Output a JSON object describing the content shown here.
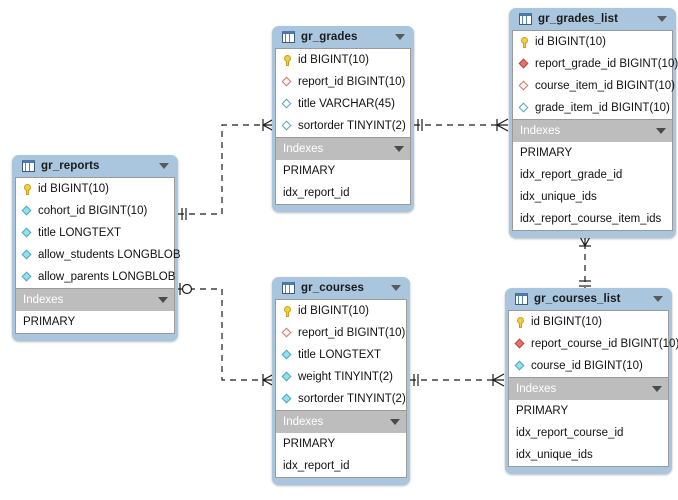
{
  "diagram": {
    "title": "gr_reports ER diagram",
    "background_color": "#ffffff",
    "entity_header_color": "#a9c6de",
    "index_header_color": "#bdbdbd",
    "icons": {
      "table": "table-icon",
      "collapse": "chevron-down-icon",
      "primary_key": "key-icon",
      "column": "diamond-icon"
    }
  },
  "entities": [
    {
      "id": "gr_grades",
      "name": "gr_grades",
      "columns": [
        {
          "icon": "key",
          "text": "id BIGINT(10)"
        },
        {
          "icon": "dia-red-hollow",
          "text": "report_id BIGINT(10)"
        },
        {
          "icon": "dia-hollow",
          "text": "title VARCHAR(45)"
        },
        {
          "icon": "dia-hollow",
          "text": "sortorder TINYINT(2)"
        }
      ],
      "indexes_label": "Indexes",
      "indexes": [
        "PRIMARY",
        "idx_report_id"
      ]
    },
    {
      "id": "gr_grades_list",
      "name": "gr_grades_list",
      "columns": [
        {
          "icon": "key",
          "text": "id BIGINT(10)"
        },
        {
          "icon": "dia-red",
          "text": "report_grade_id BIGINT(10)"
        },
        {
          "icon": "dia-red-hollow",
          "text": "course_item_id BIGINT(10)"
        },
        {
          "icon": "dia-hollow",
          "text": "grade_item_id BIGINT(10)"
        }
      ],
      "indexes_label": "Indexes",
      "indexes": [
        "PRIMARY",
        "idx_report_grade_id",
        "idx_unique_ids",
        "idx_report_course_item_ids"
      ]
    },
    {
      "id": "gr_reports",
      "name": "gr_reports",
      "columns": [
        {
          "icon": "key",
          "text": "id BIGINT(10)"
        },
        {
          "icon": "dia",
          "text": "cohort_id BIGINT(10)"
        },
        {
          "icon": "dia",
          "text": "title LONGTEXT"
        },
        {
          "icon": "dia",
          "text": "allow_students LONGBLOB"
        },
        {
          "icon": "dia",
          "text": "allow_parents LONGBLOB"
        }
      ],
      "indexes_label": "Indexes",
      "indexes": [
        "PRIMARY"
      ]
    },
    {
      "id": "gr_courses",
      "name": "gr_courses",
      "columns": [
        {
          "icon": "key",
          "text": "id BIGINT(10)"
        },
        {
          "icon": "dia-red-hollow",
          "text": "report_id BIGINT(10)"
        },
        {
          "icon": "dia",
          "text": "title LONGTEXT"
        },
        {
          "icon": "dia",
          "text": "weight TINYINT(2)"
        },
        {
          "icon": "dia",
          "text": "sortorder TINYINT(2)"
        }
      ],
      "indexes_label": "Indexes",
      "indexes": [
        "PRIMARY",
        "idx_report_id"
      ]
    },
    {
      "id": "gr_courses_list",
      "name": "gr_courses_list",
      "columns": [
        {
          "icon": "key",
          "text": "id BIGINT(10)"
        },
        {
          "icon": "dia-red",
          "text": "report_course_id BIGINT(10)"
        },
        {
          "icon": "dia",
          "text": "course_id BIGINT(10)"
        }
      ],
      "indexes_label": "Indexes",
      "indexes": [
        "PRIMARY",
        "idx_report_course_id",
        "idx_unique_ids"
      ]
    }
  ],
  "relationships": [
    {
      "id": "rel-reports-grades",
      "from": "gr_reports",
      "to": "gr_grades",
      "from_cardinality": "one",
      "to_cardinality": "many",
      "identifying": false
    },
    {
      "id": "rel-reports-courses",
      "from": "gr_reports",
      "to": "gr_courses",
      "from_cardinality": "zero-or-one",
      "to_cardinality": "many",
      "identifying": false
    },
    {
      "id": "rel-grades-gradeslist",
      "from": "gr_grades",
      "to": "gr_grades_list",
      "from_cardinality": "one",
      "to_cardinality": "many",
      "identifying": false
    },
    {
      "id": "rel-courses-courseslist",
      "from": "gr_courses",
      "to": "gr_courses_list",
      "from_cardinality": "one",
      "to_cardinality": "many",
      "identifying": false
    },
    {
      "id": "rel-courseslist-gradeslist",
      "from": "gr_courses_list",
      "to": "gr_grades_list",
      "from_cardinality": "one",
      "to_cardinality": "many",
      "identifying": false
    }
  ]
}
